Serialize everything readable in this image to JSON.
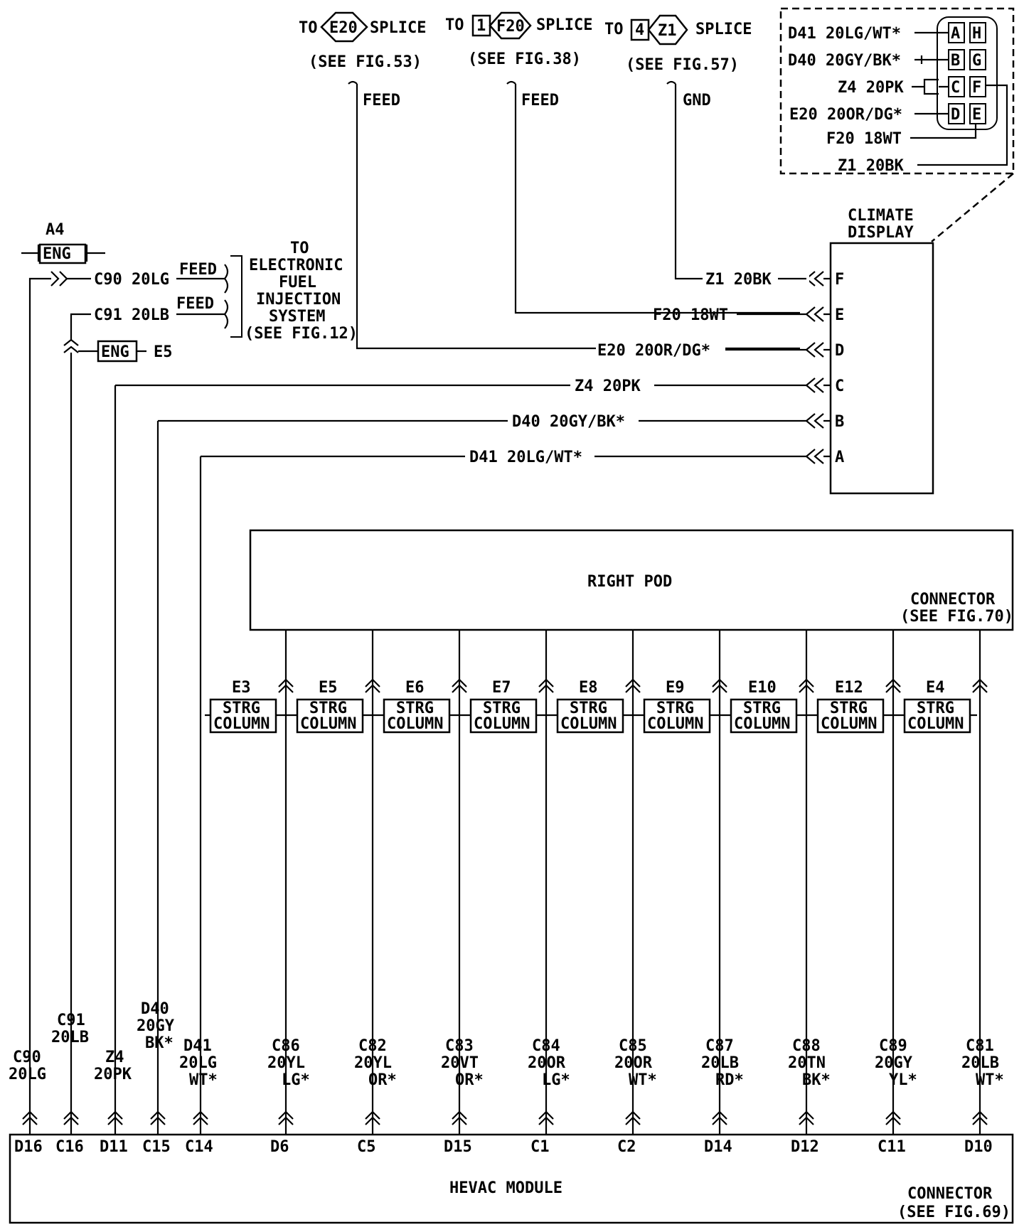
{
  "splices": [
    {
      "to": "TO",
      "id": "E20",
      "prefix": "",
      "label": "SPLICE",
      "see": "(SEE FIG.53)",
      "kind": "FEED"
    },
    {
      "to": "TO",
      "id": "F20",
      "prefix": "1",
      "label": "SPLICE",
      "see": "(SEE FIG.38)",
      "kind": "FEED"
    },
    {
      "to": "TO",
      "id": "Z1",
      "prefix": "4",
      "label": "SPLICE",
      "see": "(SEE FIG.57)",
      "kind": "GND"
    }
  ],
  "inset": {
    "pins_left": [
      "A",
      "B",
      "C",
      "D"
    ],
    "pins_right": [
      "H",
      "G",
      "F",
      "E"
    ],
    "wires": [
      "D41 20LG/WT*",
      "D40 20GY/BK*",
      "Z4 20PK",
      "E20 20OR/DG*",
      "F20 18WT",
      "Z1 20BK"
    ]
  },
  "climate_display": {
    "title1": "CLIMATE",
    "title2": "DISPLAY",
    "pins": [
      "F",
      "E",
      "D",
      "C",
      "B",
      "A"
    ],
    "wires": [
      "Z1 20BK",
      "F20 18WT",
      "E20 20OR/DG*",
      "Z4 20PK",
      "D40 20GY/BK*",
      "D41 20LG/WT*"
    ]
  },
  "efi": {
    "lines": [
      "TO",
      "ELECTRONIC",
      "FUEL",
      "INJECTION",
      "SYSTEM",
      "(SEE FIG.12)"
    ],
    "feed1": "FEED",
    "feed2": "FEED",
    "c90": "C90 20LG",
    "c91": "C91 20LB"
  },
  "eng": {
    "a4": "A4",
    "eng_label": "ENG",
    "eng2_label": "ENG",
    "e5": "E5"
  },
  "right_pod": {
    "title": "RIGHT POD",
    "conn1": "CONNECTOR",
    "conn2": "(SEE FIG.70)"
  },
  "strg": {
    "line1": "STRG",
    "line2": "COLUMN",
    "ids": [
      "E3",
      "E5",
      "E6",
      "E7",
      "E8",
      "E9",
      "E10",
      "E12",
      "E4"
    ]
  },
  "bottom_wires": [
    {
      "l1": "C90",
      "l2": "20LG",
      "l3": "",
      "pin": "D16"
    },
    {
      "l1": "C91",
      "l2": "20LB",
      "l3": "",
      "pin": "C16"
    },
    {
      "l1": "Z4",
      "l2": "20PK",
      "l3": "",
      "pin": "D11"
    },
    {
      "l1": "D40",
      "l2": "20GY",
      "l3": "BK*",
      "pin": "C15"
    },
    {
      "l1": "D41",
      "l2": "20LG",
      "l3": "WT*",
      "pin": "C14"
    },
    {
      "l1": "C86",
      "l2": "20YL",
      "l3": "LG*",
      "pin": "D6"
    },
    {
      "l1": "C82",
      "l2": "20YL",
      "l3": "OR*",
      "pin": "C5"
    },
    {
      "l1": "C83",
      "l2": "20VT",
      "l3": "OR*",
      "pin": "D15"
    },
    {
      "l1": "C84",
      "l2": "20OR",
      "l3": "LG*",
      "pin": "C1"
    },
    {
      "l1": "C85",
      "l2": "20OR",
      "l3": "WT*",
      "pin": "C2"
    },
    {
      "l1": "C87",
      "l2": "20LB",
      "l3": "RD*",
      "pin": "D14"
    },
    {
      "l1": "C88",
      "l2": "20TN",
      "l3": "BK*",
      "pin": "D12"
    },
    {
      "l1": "C89",
      "l2": "20GY",
      "l3": "YL*",
      "pin": "C11"
    },
    {
      "l1": "C81",
      "l2": "20LB",
      "l3": "WT*",
      "pin": "D10"
    }
  ],
  "hevac": {
    "title": "HEVAC MODULE",
    "conn1": "CONNECTOR",
    "conn2": "(SEE FIG.69)"
  }
}
